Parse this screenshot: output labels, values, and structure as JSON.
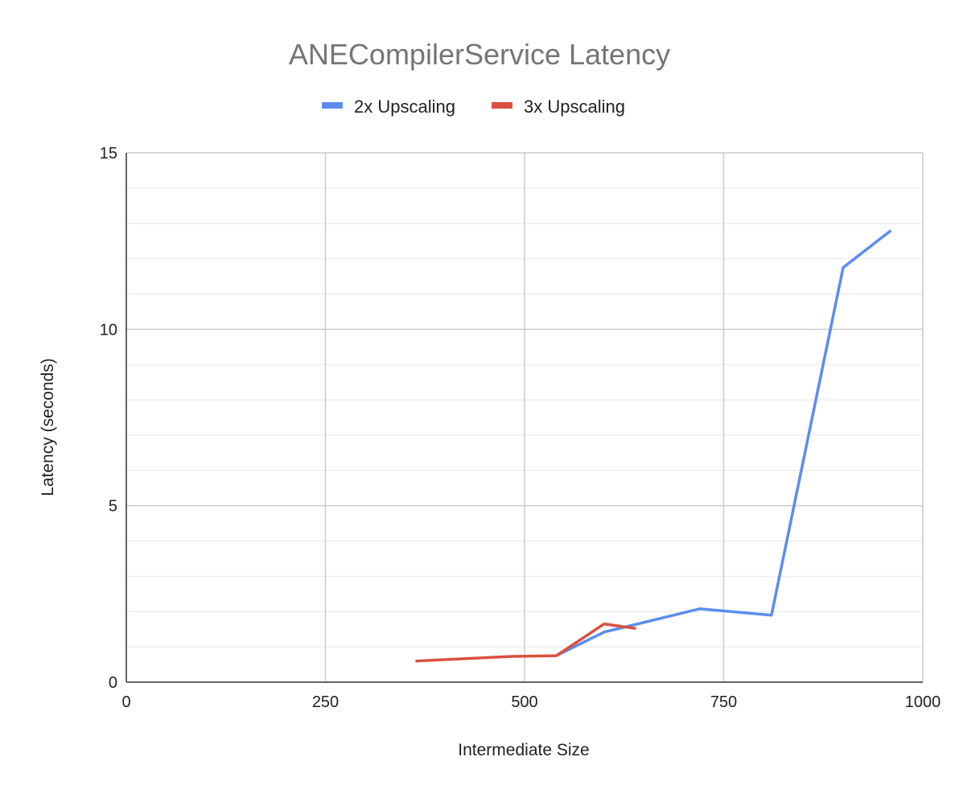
{
  "chart_data": {
    "type": "line",
    "title": "ANECompilerService Latency",
    "xlabel": "Intermediate Size",
    "ylabel": "Latency (seconds)",
    "xlim": [
      0,
      1000
    ],
    "ylim": [
      0,
      15
    ],
    "x_ticks": [
      0,
      250,
      500,
      750,
      1000
    ],
    "y_ticks": [
      0,
      5,
      10,
      15
    ],
    "x_tick_labels": [
      "0",
      "250",
      "500",
      "750",
      "1000"
    ],
    "y_tick_labels": [
      "0",
      "5",
      "10",
      "15"
    ],
    "grid": true,
    "legend_position": "top-center",
    "series": [
      {
        "name": "2x Upscaling",
        "color": "#5b8def",
        "x": [
          540,
          600,
          720,
          810,
          900,
          960
        ],
        "y": [
          0.75,
          1.42,
          2.08,
          1.9,
          11.75,
          12.8
        ]
      },
      {
        "name": "3x Upscaling",
        "color": "#d9503f",
        "x": [
          363,
          484,
          540,
          600,
          640
        ],
        "y": [
          0.6,
          0.73,
          0.75,
          1.65,
          1.52
        ]
      }
    ]
  }
}
